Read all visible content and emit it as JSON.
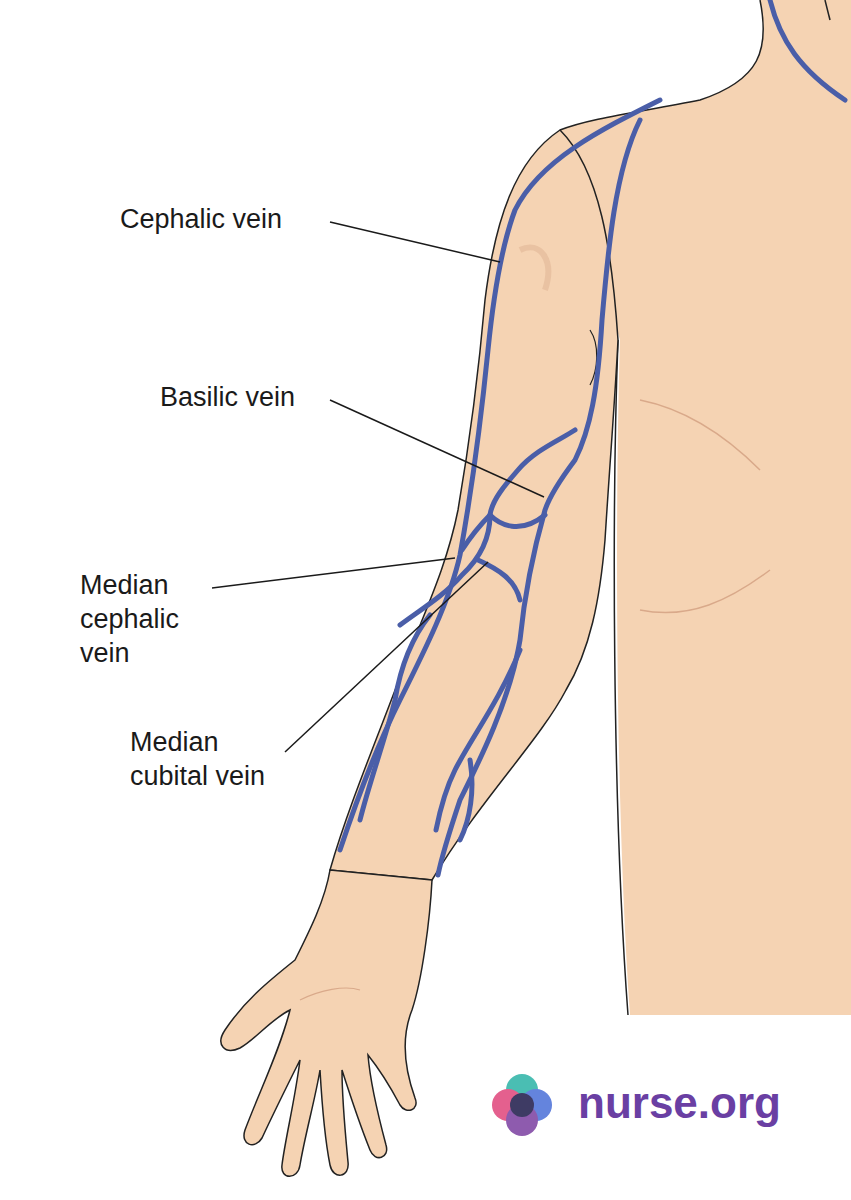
{
  "diagram": {
    "labels": [
      "Cephalic vein",
      "Basilic vein",
      "Median cephalic vein",
      "Median cubital vein",
      "nurse.org"
    ]
  }
}
